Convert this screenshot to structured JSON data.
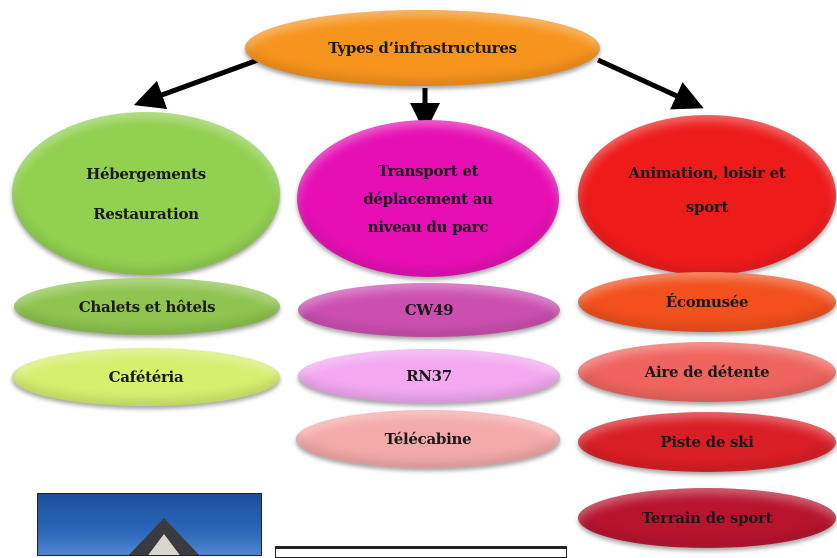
{
  "root": {
    "label": "Types d’infrastructures",
    "color": "#f7941d"
  },
  "categories": [
    {
      "lines": [
        "Hébergements",
        "Restauration"
      ],
      "color": "#92d050",
      "items": [
        {
          "label": "Chalets et hôtels",
          "color": "#8fc44f"
        },
        {
          "label": "Cafétéria",
          "color": "#d7ef6f"
        }
      ]
    },
    {
      "lines": [
        "Transport et",
        "déplacement au",
        "niveau du parc"
      ],
      "color": "#e60fb4",
      "items": [
        {
          "label": "CW49",
          "color": "#cc4fb0"
        },
        {
          "label": "RN37",
          "color": "#f3a8f0"
        },
        {
          "label": "Télécabine",
          "color": "#f4aaa8"
        }
      ]
    },
    {
      "lines": [
        "Animation, loisir et",
        "sport"
      ],
      "color": "#ee1b1b",
      "items": [
        {
          "label": "Écomusée",
          "color": "#f2501c"
        },
        {
          "label": "Aire de détente",
          "color": "#f0645f"
        },
        {
          "label": "Piste de ski",
          "color": "#da1e25"
        },
        {
          "label": "Terrain de sport",
          "color": "#b8142e"
        }
      ]
    }
  ]
}
